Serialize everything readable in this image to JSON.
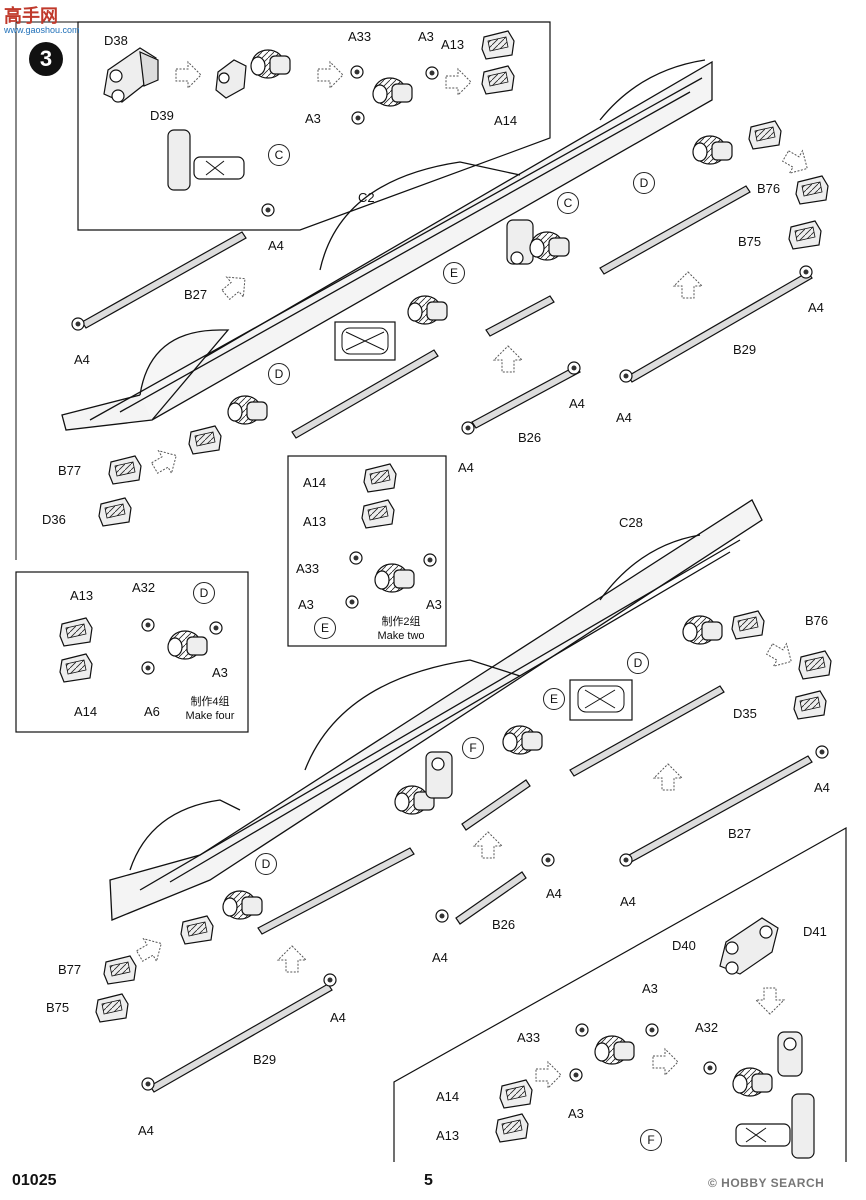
{
  "header": {
    "logo_text": "高手网",
    "logo_url_text": "www.gaoshou.com",
    "step_number": "3"
  },
  "footer": {
    "product_code": "01025",
    "page_number": "5",
    "watermark": "© HOBBY SEARCH"
  },
  "callouts": {
    "C": "C",
    "D": "D",
    "E": "E",
    "F": "F"
  },
  "notes": {
    "make_two_cn": "制作2组",
    "make_two_en": "Make two",
    "make_four_cn": "制作4组",
    "make_four_en": "Make four"
  },
  "part_labels": {
    "d38": "D38",
    "d39": "D39",
    "a33_top": "A33",
    "a3_top1": "A3",
    "a3_top2": "A3",
    "a13_top": "A13",
    "a14_top": "A14",
    "c2": "C2",
    "a4_1": "A4",
    "a4_2": "A4",
    "a4_3": "A4",
    "a4_4": "A4",
    "a4_5": "A4",
    "a4_6": "A4",
    "b27_1": "B27",
    "b76_1": "B76",
    "b75_1": "B75",
    "b29_1": "B29",
    "b26_1": "B26",
    "b77_1": "B77",
    "d36": "D36",
    "e_a14": "A14",
    "e_a13": "A13",
    "e_a33": "A33",
    "e_a3a": "A3",
    "e_a3b": "A3",
    "d_a13": "A13",
    "d_a32": "A32",
    "d_a14": "A14",
    "d_a6": "A6",
    "d_a3": "A3",
    "c28": "C28",
    "b76_2": "B76",
    "d35": "D35",
    "a4_7": "A4",
    "a4_8": "A4",
    "a4_9": "A4",
    "a4_10": "A4",
    "a4_11": "A4",
    "b27_2": "B27",
    "b26_2": "B26",
    "b77_2": "B77",
    "b75_2": "B75",
    "b29_2": "B29",
    "d40": "D40",
    "d41": "D41",
    "f_a3a": "A3",
    "f_a33": "A33",
    "f_a32": "A32",
    "f_a14": "A14",
    "f_a13": "A13",
    "f_a3b": "A3"
  },
  "colors": {
    "line": "#1a1a1a",
    "fill_light": "#ececec",
    "fill_mid": "#cfcfcf"
  }
}
